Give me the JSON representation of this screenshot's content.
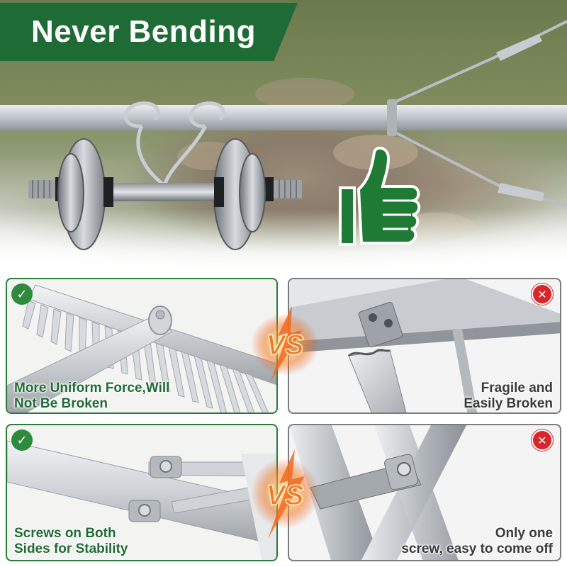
{
  "title": "Never Bending",
  "colors": {
    "brand_green": "#1f6b35",
    "check_green": "#2f8a3e",
    "cross_red": "#d9252b",
    "vs_orange": "#f07a22"
  },
  "vs_label": "VS",
  "panels": [
    {
      "type": "good",
      "icon": "check-circle-icon",
      "lines": [
        "More Uniform Force,Will",
        "Not Be Broken"
      ]
    },
    {
      "type": "bad",
      "icon": "cross-circle-icon",
      "lines": [
        "Fragile and",
        "Easily Broken"
      ]
    },
    {
      "type": "good",
      "icon": "check-circle-icon",
      "lines": [
        "Screws on Both",
        "Sides for Stability"
      ]
    },
    {
      "type": "bad",
      "icon": "cross-circle-icon",
      "lines": [
        "Only one",
        "screw, easy to come off"
      ]
    }
  ]
}
